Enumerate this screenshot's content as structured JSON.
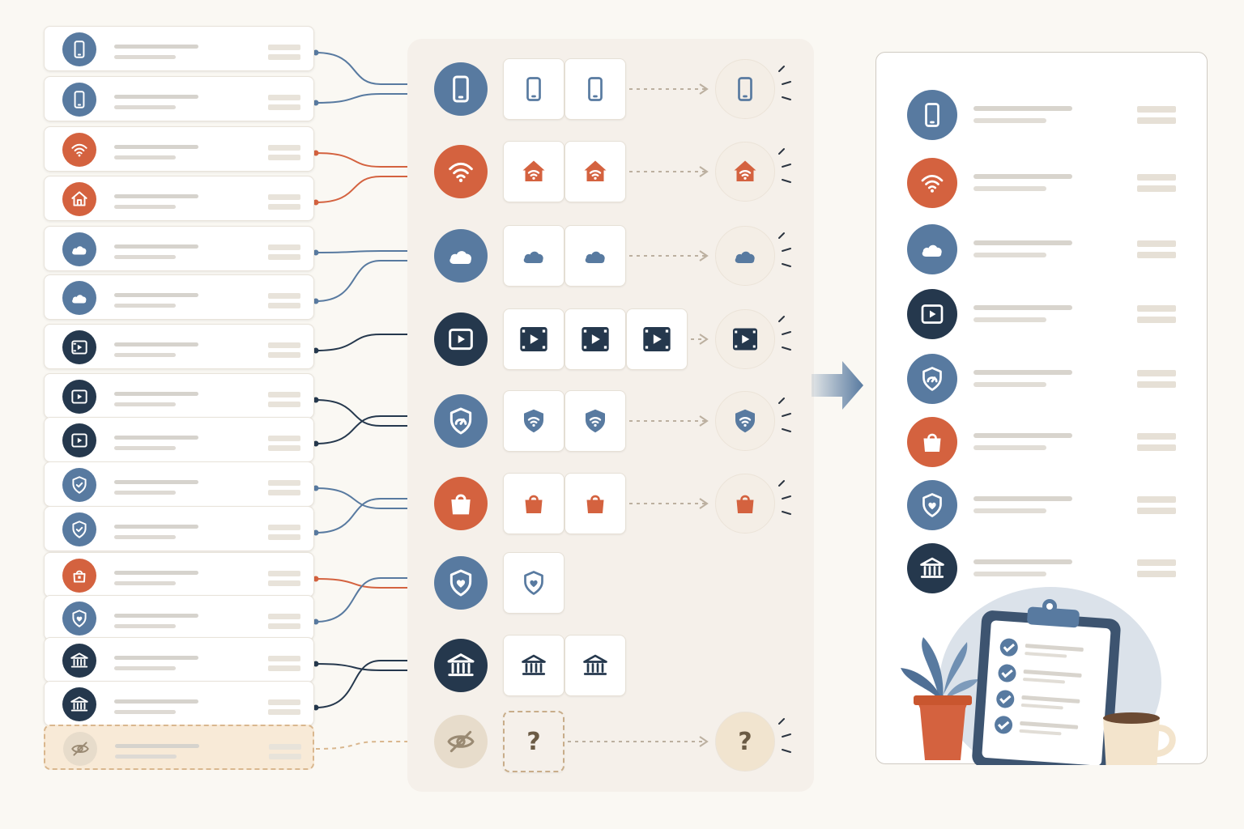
{
  "colors": {
    "blue": "#587aa0",
    "orange": "#d4623f",
    "navy": "#25384d",
    "unknown": "#e7dccb",
    "background": "#faf8f3"
  },
  "inventory": {
    "items": [
      {
        "icon": "phone-icon",
        "color": "blue"
      },
      {
        "icon": "phone-icon",
        "color": "blue"
      },
      {
        "icon": "wifi-icon",
        "color": "orange"
      },
      {
        "icon": "home-icon",
        "color": "orange"
      },
      {
        "icon": "cloud-icon",
        "color": "blue"
      },
      {
        "icon": "cloud-icon",
        "color": "blue"
      },
      {
        "icon": "video-icon",
        "color": "navy"
      },
      {
        "icon": "play-icon",
        "color": "navy"
      },
      {
        "icon": "play-icon",
        "color": "navy"
      },
      {
        "icon": "shield-check-icon",
        "color": "blue"
      },
      {
        "icon": "shield-check-icon",
        "color": "blue"
      },
      {
        "icon": "lock-bag-icon",
        "color": "orange"
      },
      {
        "icon": "shield-heart-icon",
        "color": "blue"
      },
      {
        "icon": "bank-icon",
        "color": "navy"
      },
      {
        "icon": "bank-icon",
        "color": "navy"
      },
      {
        "icon": "eye-off-icon",
        "color": "unknown"
      }
    ]
  },
  "groups": [
    {
      "icon": "phone-icon",
      "color": "blue",
      "variants": [
        "phone-icon",
        "phone-icon"
      ],
      "result": "phone-icon"
    },
    {
      "icon": "wifi-icon",
      "color": "orange",
      "variants": [
        "home-wifi-icon",
        "home-wifi-icon"
      ],
      "result": "home-wifi-icon"
    },
    {
      "icon": "cloud-icon",
      "color": "blue",
      "variants": [
        "cloud-icon",
        "cloud-icon"
      ],
      "result": "cloud-icon"
    },
    {
      "icon": "play-icon",
      "color": "navy",
      "variants": [
        "film-icon",
        "film-icon",
        "film-icon"
      ],
      "result": "film-icon"
    },
    {
      "icon": "shield-gauge-icon",
      "color": "blue",
      "variants": [
        "shield-wifi-icon",
        "shield-wifi-icon"
      ],
      "result": "shield-wifi-icon"
    },
    {
      "icon": "bag-icon",
      "color": "orange",
      "variants": [
        "bag-icon",
        "bag-icon"
      ],
      "result": "bag-icon"
    },
    {
      "icon": "shield-heart-icon",
      "color": "blue",
      "variants": [
        "shield-heart-icon"
      ],
      "result": ""
    },
    {
      "icon": "bank-icon",
      "color": "navy",
      "variants": [
        "bank-icon",
        "bank-icon"
      ],
      "result": ""
    },
    {
      "icon": "eye-off-icon",
      "color": "unknown",
      "variants": [
        "question-icon"
      ],
      "result": "question-icon"
    }
  ],
  "unknown_label": "?",
  "final_list": {
    "items": [
      {
        "icon": "phone-icon",
        "color": "blue"
      },
      {
        "icon": "wifi-icon",
        "color": "orange"
      },
      {
        "icon": "cloud-icon",
        "color": "blue"
      },
      {
        "icon": "play-icon",
        "color": "navy"
      },
      {
        "icon": "shield-gauge-icon",
        "color": "blue"
      },
      {
        "icon": "bag-icon",
        "color": "orange"
      },
      {
        "icon": "shield-heart-icon",
        "color": "blue"
      },
      {
        "icon": "bank-icon",
        "color": "navy"
      }
    ]
  },
  "illustration": [
    "plant-icon",
    "clipboard-checklist-icon",
    "coffee-mug-icon"
  ]
}
